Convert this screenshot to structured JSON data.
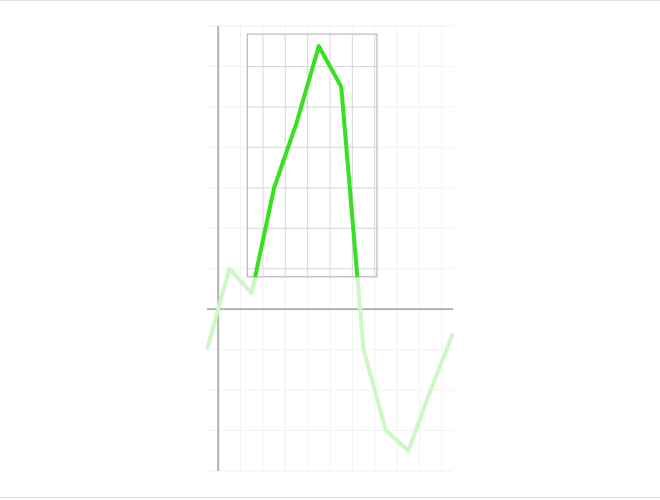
{
  "colors": {
    "background": "#ffffff",
    "grid": "#f2f2f2",
    "axis": "#b3b3b3",
    "frame": "#aaaaaa",
    "faded_line": "#cdf7c4",
    "accent_line": "#37e021"
  },
  "chart_data": {
    "type": "line",
    "grid": true,
    "legend": "none",
    "xlim": [
      -0.5,
      10.5
    ],
    "ylim": [
      -4,
      7
    ],
    "x": [
      -0.5,
      0.5,
      1.5,
      2.5,
      3.5,
      4.5,
      5.5,
      6.5,
      7.5,
      8.5,
      9.5,
      10.5
    ],
    "series": [
      {
        "values": [
          -1,
          1,
          0.4,
          3,
          4.6,
          6.5,
          5.5,
          -1,
          -3,
          -3.5,
          -2,
          -0.6
        ]
      }
    ],
    "highlight_window": {
      "x_range": [
        1.3,
        7.1
      ],
      "y_range": [
        0.8,
        6.8
      ]
    }
  }
}
